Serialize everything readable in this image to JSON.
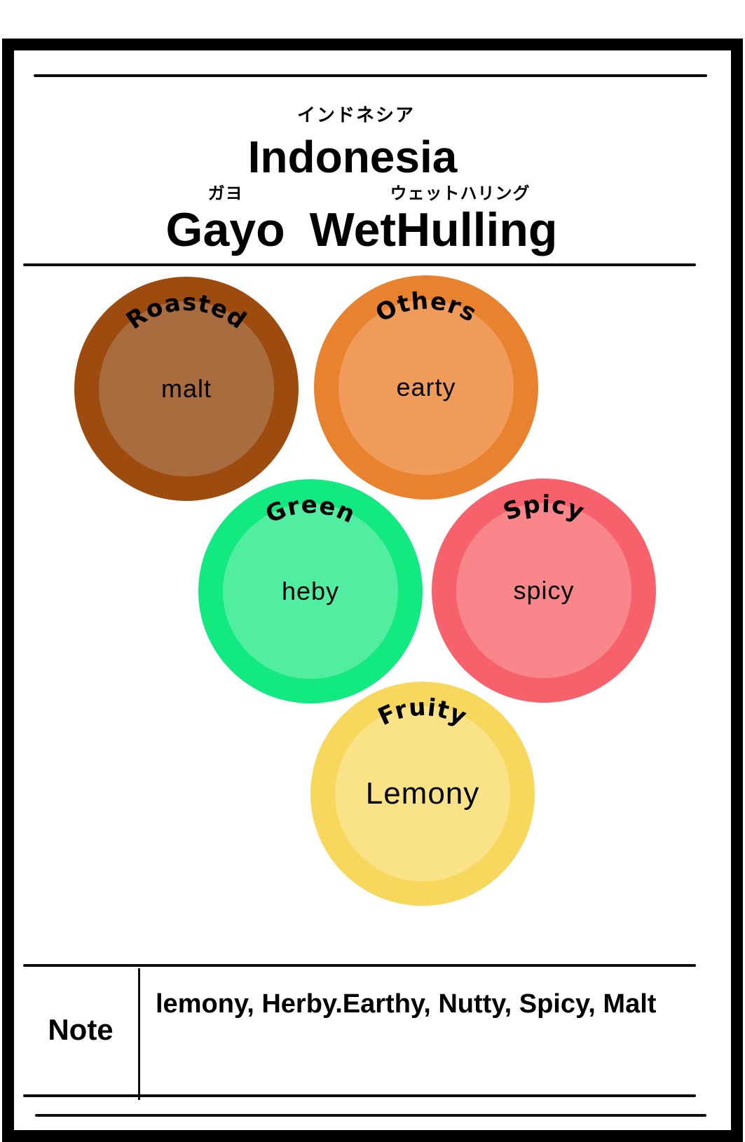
{
  "header": {
    "title_ruby": "インドネシア",
    "title": "Indonesia",
    "subtitle_parts": [
      {
        "ruby": "ガヨ",
        "text": "Gayo"
      },
      {
        "ruby": "ウェットハリング",
        "text": "WetHulling"
      }
    ]
  },
  "flavor_wheel": {
    "categories": [
      {
        "label": "Roasted",
        "flavor": "malt",
        "color_outer": "#9E4B10",
        "color_inner": "#A96C3F"
      },
      {
        "label": "Others",
        "flavor": "earty",
        "color_outer": "#E9822E",
        "color_inner": "#F09B59"
      },
      {
        "label": "Green",
        "flavor": "heby",
        "color_outer": "#12E980",
        "color_inner": "#51EDA0"
      },
      {
        "label": "Spicy",
        "flavor": "spicy",
        "color_outer": "#F6616B",
        "color_inner": "#F8868B"
      },
      {
        "label": "Fruity",
        "flavor": "Lemony",
        "color_outer": "#F8D75D",
        "color_inner": "#FAE286"
      }
    ]
  },
  "note": {
    "label": "Note",
    "text": "lemony, Herby.Earthy, Nutty, Spicy, Malt"
  },
  "frame_color": "#000000"
}
